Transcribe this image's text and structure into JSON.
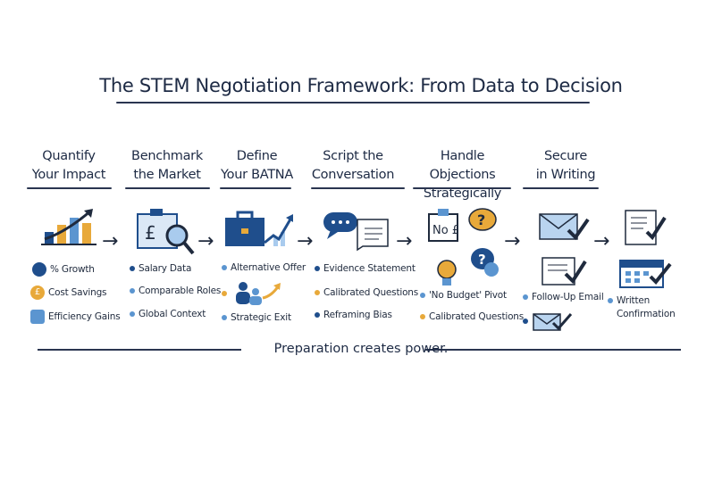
{
  "title": "The STEM Negotiation Framework: From Data to Decision",
  "footer": "Preparation creates power.",
  "colors": {
    "navy": "#1f4e8c",
    "light_blue": "#5b95d0",
    "gold": "#e8a93a",
    "ink": "#1f2a3d"
  },
  "steps": [
    {
      "heading_1": "Quantify",
      "heading_2": "Your Impact",
      "icon": "bar-chart-growth-icon",
      "items": [
        {
          "label": "% Growth",
          "icon": "rocket-icon"
        },
        {
          "label": "Cost Savings",
          "icon": "pound-coin-icon"
        },
        {
          "label": "Efficiency Gains",
          "icon": "gear-icon"
        }
      ]
    },
    {
      "heading_1": "Benchmark",
      "heading_2": "the Market",
      "icon": "clipboard-magnifier-icon",
      "items": [
        {
          "label": "Salary Data"
        },
        {
          "label": "Comparable Roles"
        },
        {
          "label": "Global Context"
        }
      ]
    },
    {
      "heading_1": "Define",
      "heading_2": "Your BATNA",
      "icon": "briefcase-growth-icon",
      "items": [
        {
          "label": "Alternative Offer"
        },
        {
          "label": "",
          "icon": "people-arrow-icon"
        },
        {
          "label": "Strategic Exit"
        }
      ]
    },
    {
      "heading_1": "Script the",
      "heading_2": "Conversation",
      "icon": "speech-bubbles-icon",
      "items": [
        {
          "label": "Evidence Statement"
        },
        {
          "label": "Calibrated Questions"
        },
        {
          "label": "Reframing Bias"
        }
      ]
    },
    {
      "heading_1": "Handle Objections",
      "heading_2": "Strategically",
      "icon": "clipboard-question-icon",
      "clipboard_text": "No £",
      "items": [
        {
          "label": "'No Budget' Pivot"
        },
        {
          "label": "Calibrated Questions"
        }
      ]
    },
    {
      "heading_1": "Secure",
      "heading_2": "in Writing",
      "icon": "envelope-check-icon",
      "items": [
        {
          "label": "Follow-Up Email"
        },
        {
          "label": "",
          "icon": "envelope-check-icon"
        }
      ]
    },
    {
      "heading_1": "",
      "heading_2": "",
      "icon": "document-check-icon",
      "items": [
        {
          "label": "Written"
        },
        {
          "label": "Confirmation"
        }
      ]
    }
  ]
}
